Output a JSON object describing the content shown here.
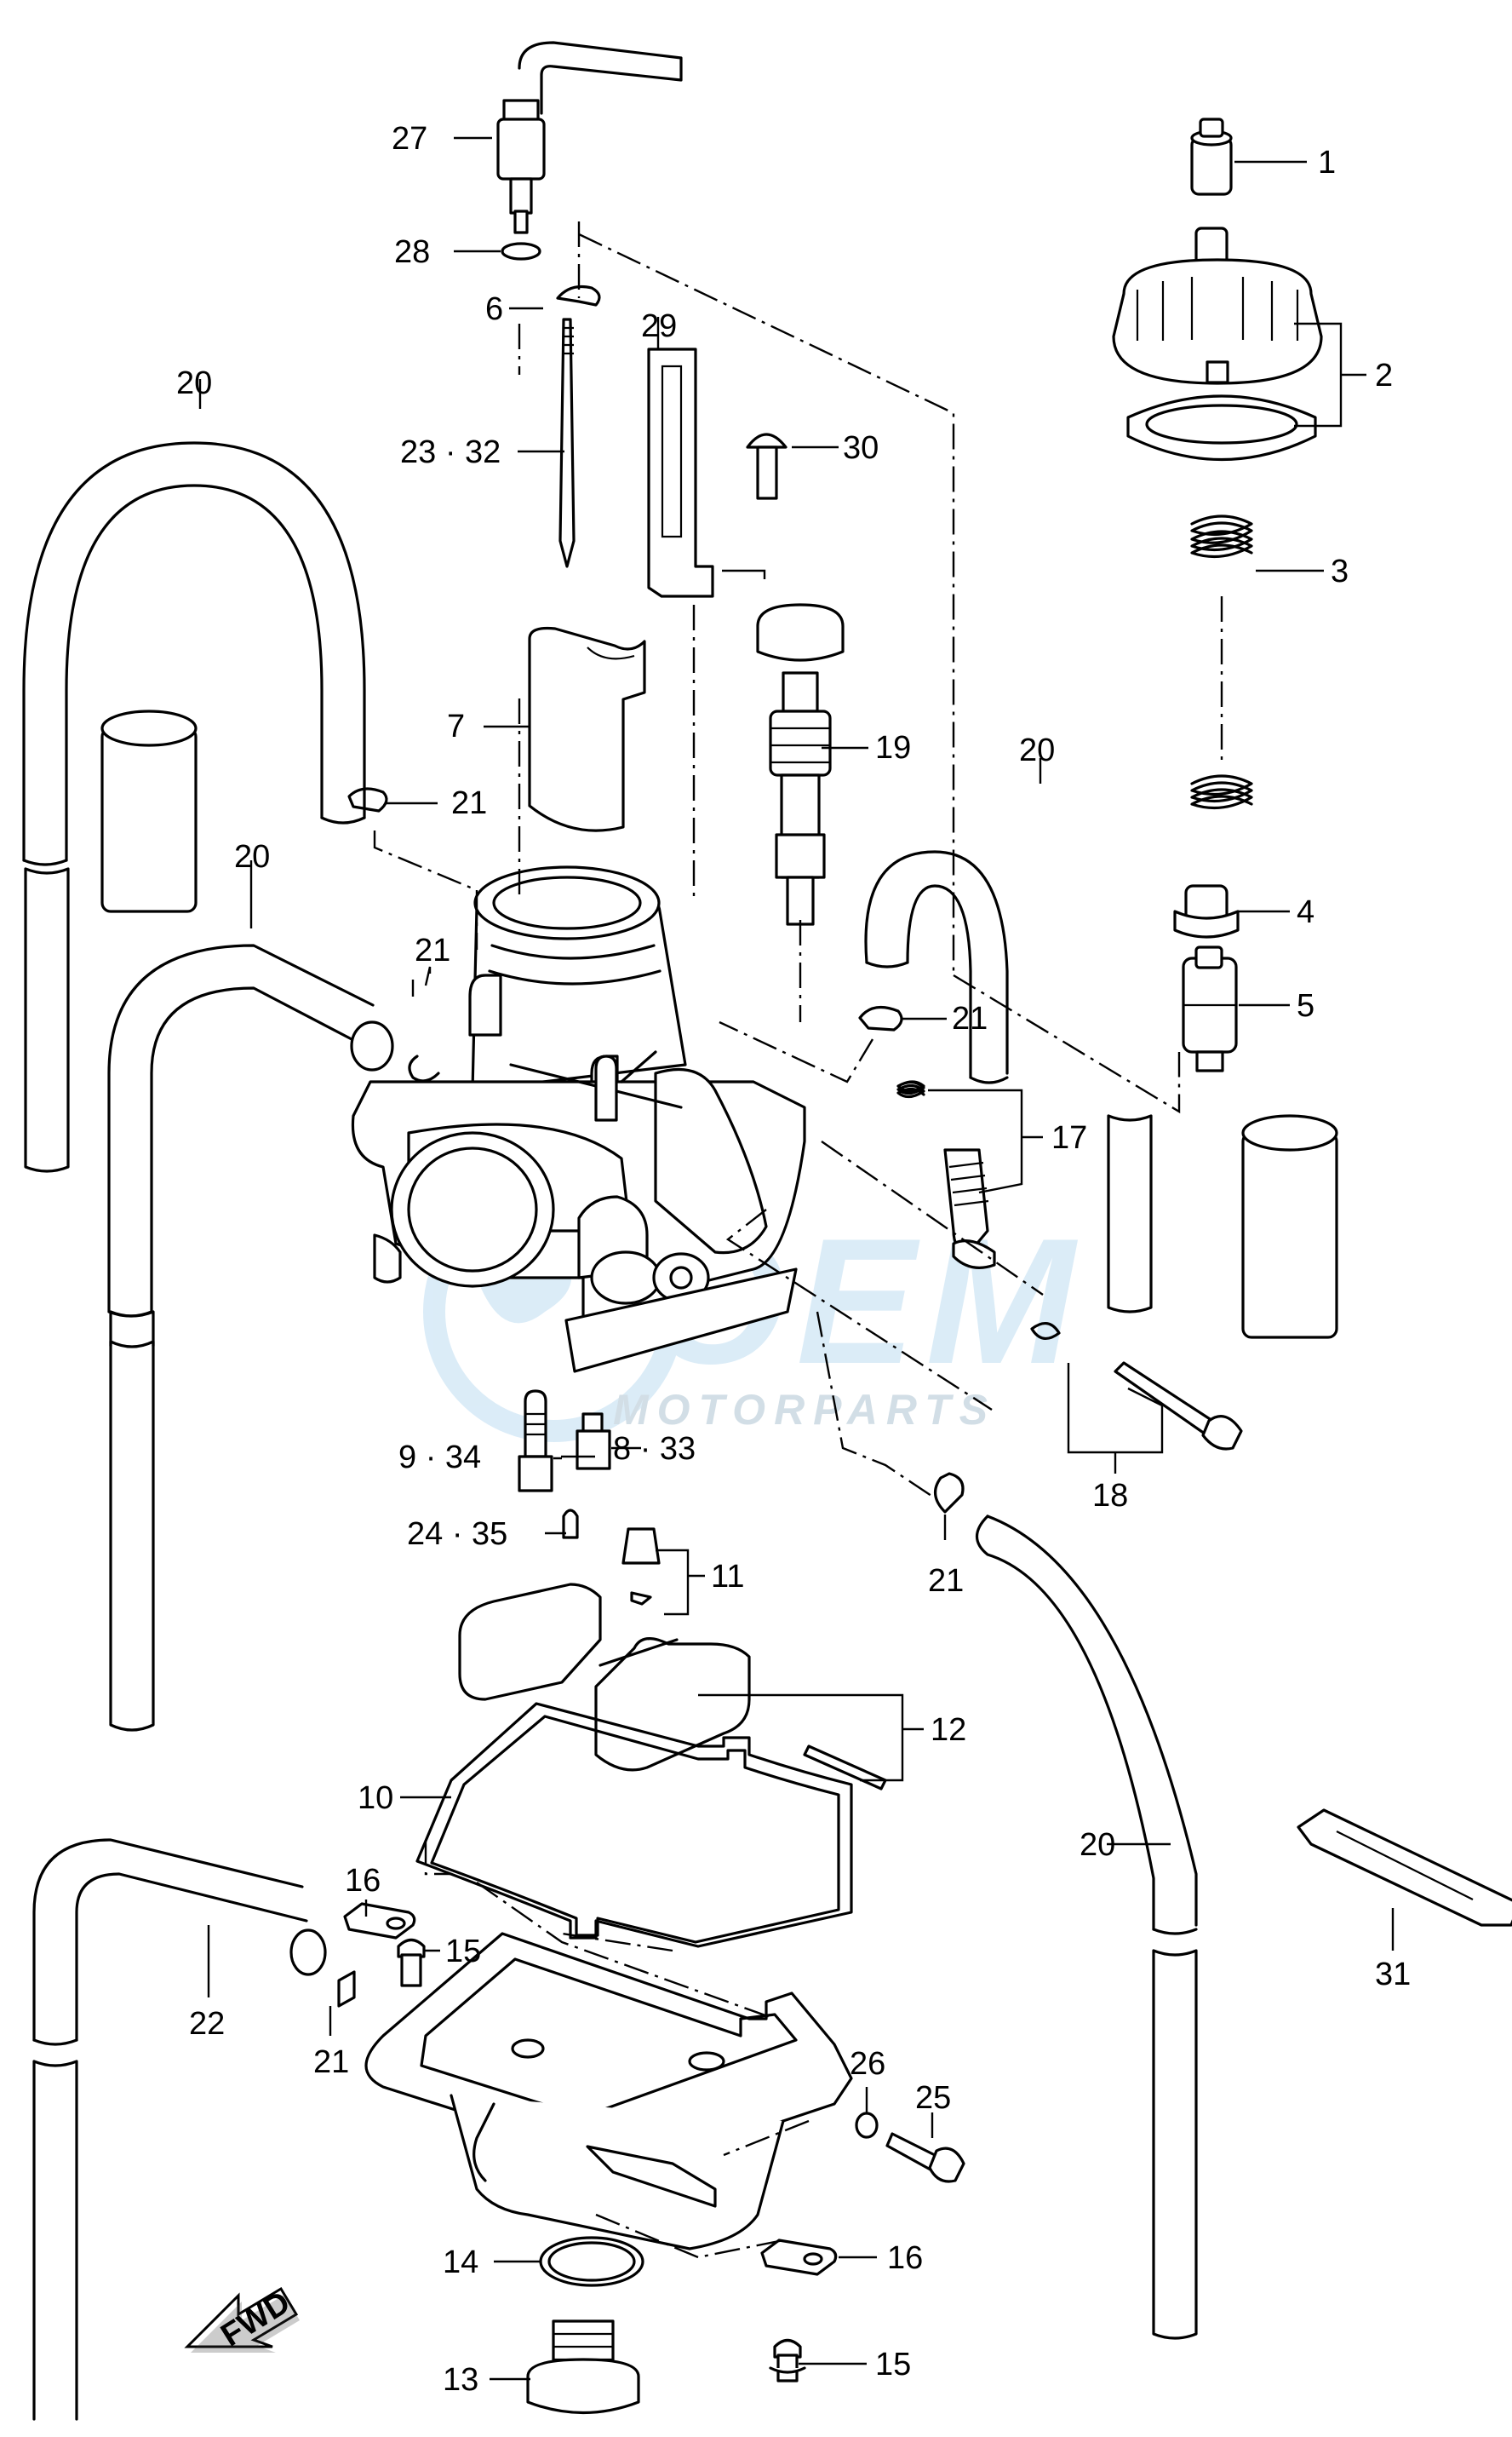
{
  "watermark": {
    "brand": "OEM",
    "subtitle": "MOTORPARTS",
    "color": "#cfe6f5"
  },
  "direction_arrow": {
    "label": "FWD"
  },
  "callouts": [
    "1",
    "2",
    "3",
    "4",
    "5",
    "6",
    "7",
    "8 · 33",
    "9 · 34",
    "10",
    "11",
    "12",
    "13",
    "14",
    "15",
    "15",
    "16",
    "16",
    "17",
    "18",
    "19",
    "20",
    "20",
    "20",
    "20",
    "21",
    "21",
    "21",
    "21",
    "21",
    "22",
    "23 · 32",
    "24 · 35",
    "25",
    "26",
    "27",
    "28",
    "29",
    "30",
    "31"
  ]
}
